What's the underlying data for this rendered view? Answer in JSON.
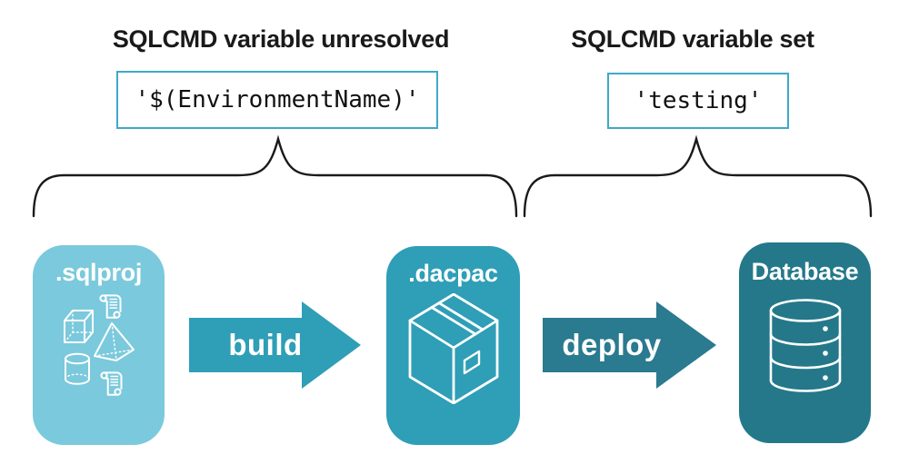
{
  "left_group": {
    "heading": "SQLCMD variable unresolved",
    "code": "'$(EnvironmentName)'"
  },
  "right_group": {
    "heading": "SQLCMD variable set",
    "code": "'testing'"
  },
  "nodes": [
    {
      "id": "sqlproj",
      "label": ".sqlproj",
      "color": "#7BC9DC",
      "icon": "sql-project-objects-icon"
    },
    {
      "id": "dacpac",
      "label": ".dacpac",
      "color": "#2F9EB7",
      "icon": "package-box-icon"
    },
    {
      "id": "database",
      "label": "Database",
      "color": "#24788A",
      "icon": "database-cylinder-icon"
    }
  ],
  "arrows": [
    {
      "id": "build",
      "label": "build",
      "color": "#2F9EB7"
    },
    {
      "id": "deploy",
      "label": "deploy",
      "color": "#2A7A90"
    }
  ],
  "colors": {
    "code_box_border": "#3FA9C9",
    "heading_text": "#1A1A1A",
    "brace_stroke": "#1A1A1A",
    "icon_stroke": "#FFFFFF",
    "background": "#FFFFFF"
  }
}
